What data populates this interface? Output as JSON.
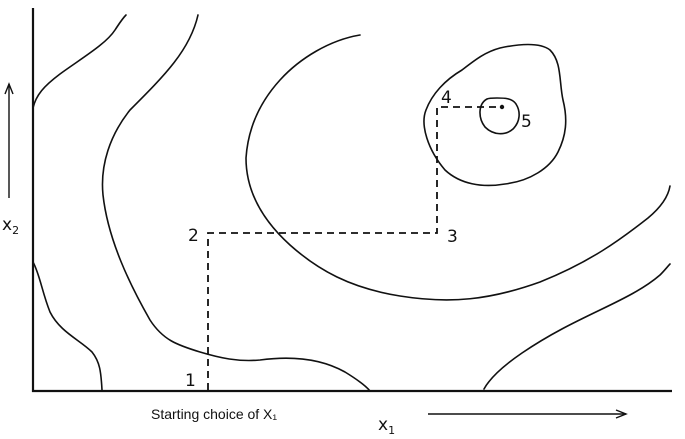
{
  "diagram": {
    "axis_x_label": "x",
    "axis_x_subscript": "1",
    "axis_y_label": "x",
    "axis_y_subscript": "2",
    "caption": "Starting choice of X₁",
    "points": {
      "p1": "1",
      "p2": "2",
      "p3": "3",
      "p4": "4",
      "p5": "5"
    }
  }
}
